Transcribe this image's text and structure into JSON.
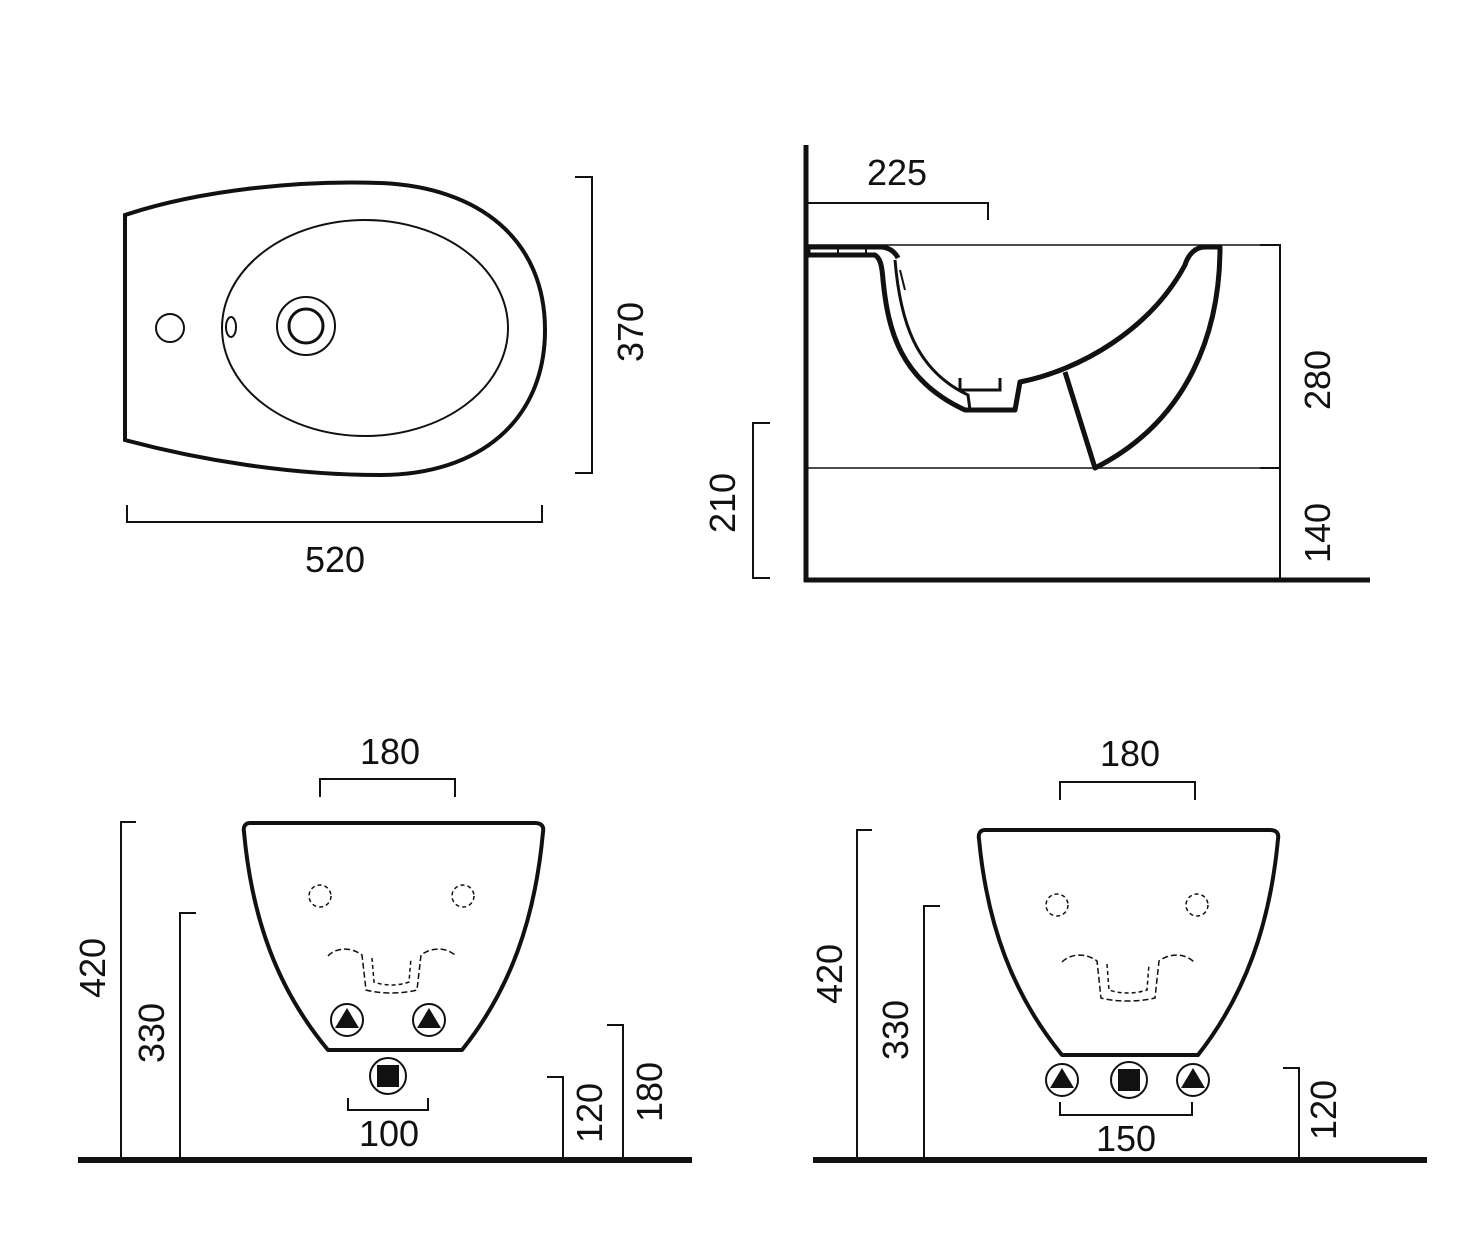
{
  "colors": {
    "line": "#111111",
    "background": "#ffffff"
  },
  "top_view": {
    "width_label": "520",
    "depth_label": "370"
  },
  "side_view": {
    "wall_offset_label": "225",
    "bowl_height_label": "280",
    "floor_gap_label": "140",
    "connection_height_label": "210"
  },
  "front_view_a": {
    "top_spacing_label": "180",
    "total_height_label": "420",
    "fixing_height_label": "330",
    "inlet_spacing_label": "100",
    "waste_height_label": "120",
    "supply_height_label": "180"
  },
  "front_view_b": {
    "top_spacing_label": "180",
    "total_height_label": "420",
    "fixing_height_label": "330",
    "inlet_spacing_label": "150",
    "waste_height_label": "120"
  }
}
